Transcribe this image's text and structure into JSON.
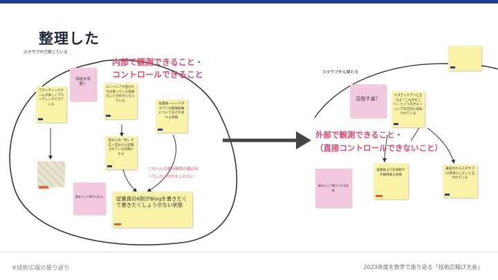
{
  "slide": {
    "title": "整理した",
    "footer_left": "#技術広報の振り返り",
    "footer_right": "2023年度を数字で振り返る「技術広報LT大会」"
  },
  "left_panel": {
    "label": "スタサプ内で閉じている",
    "heading_line1": "内部で観測できること・",
    "heading_line2": "コントロールできること",
    "annotation_line1": "このへんの依存関係の線は合",
    "annotation_line2": "っていないのかもしれない",
    "notes": {
      "branding": "ブランディングチームが楽しくブランディングできている",
      "goal": "目指す状態？",
      "engineer": "エンジニアが自分たちの使っている技術のことを好きになっている",
      "member": "従業員一人一人がサプリの開発組織について良さを語れる状態",
      "self": "自分らの「色」が広く自分らに認識されている状態にする",
      "pink_small": "基本として挙げられる",
      "big": "従業員の8割がBlogを書きたくて書きたくしょうがない状態"
    }
  },
  "right_panel": {
    "label": "スタサプ外も関わる",
    "heading_line1": "外部で観測できること・",
    "heading_line2": "（直接コントロールできないこと）",
    "notes": {
      "goal": "目指す姿？",
      "study": "スタディサプリと言えば「これがすごい」というのがエンジニア向方向に認知されている",
      "pink_small": "基本として挙げられる状態",
      "introduce": "従業員より社員紹介が随時来る状態",
      "outside": "著名外からスタサプ(ii)参考にしたいと言われている"
    }
  },
  "colors": {
    "top_bar": "#1f3b8f",
    "accent_pink": "#d94a6b",
    "sticky_yellow": "#fbf3a7",
    "sticky_pink": "#f3c9df"
  }
}
